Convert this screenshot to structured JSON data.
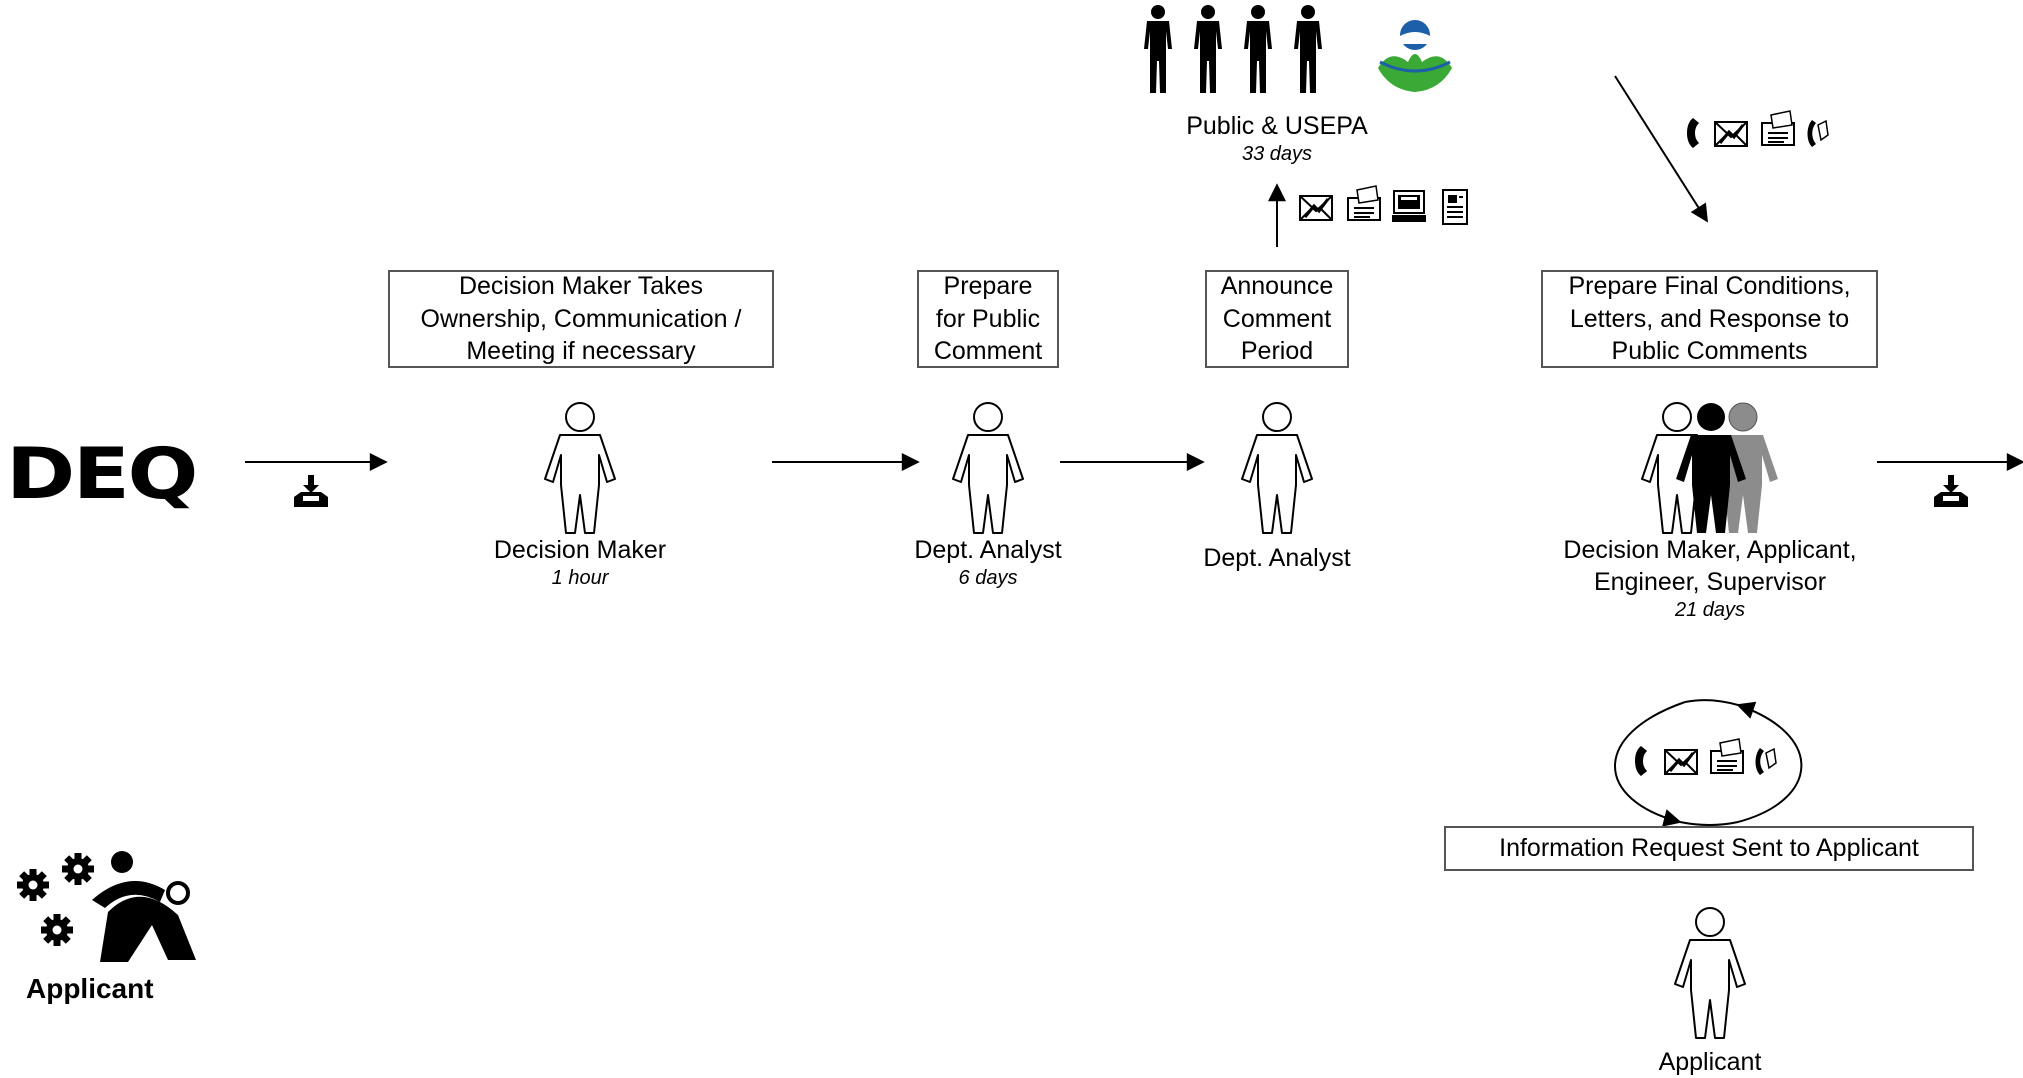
{
  "org": {
    "logo_text": "DEQ"
  },
  "applicant_logo": {
    "label": "Applicant"
  },
  "steps": [
    {
      "title_lines": [
        "Decision Maker Takes",
        "Ownership, Communication /",
        "Meeting if necessary"
      ],
      "role": "Decision Maker",
      "duration": "1 hour"
    },
    {
      "title_lines": [
        "Prepare",
        "for Public",
        "Comment"
      ],
      "role": "Dept. Analyst",
      "duration": "6 days"
    },
    {
      "title_lines": [
        "Announce",
        "Comment",
        "Period"
      ],
      "role": "Dept. Analyst",
      "duration": ""
    },
    {
      "title_lines": [
        "Prepare Final Conditions,",
        "Letters, and Response to",
        "Public Comments"
      ],
      "role_lines": [
        "Decision Maker, Applicant,",
        "Engineer, Supervisor"
      ],
      "duration": "21 days"
    }
  ],
  "public": {
    "label": "Public & USEPA",
    "duration": "33 days"
  },
  "info_request": {
    "title": "Information Request Sent to Applicant",
    "role": "Applicant"
  },
  "colors": {
    "line": "#000000",
    "box_border": "#555555",
    "epa_green": "#3aa935",
    "epa_blue": "#1d5fa8",
    "grey_figure": "#8c8c8c"
  },
  "icons": {
    "public_channels": [
      "email-icon",
      "fax-icon",
      "website-icon",
      "document-icon"
    ],
    "response_channels": [
      "phone-icon",
      "email-icon",
      "fax-icon",
      "phone-icon"
    ],
    "info_channels": [
      "phone-icon",
      "email-icon",
      "fax-icon",
      "phone-icon"
    ],
    "inbox": "inbox-icon"
  }
}
